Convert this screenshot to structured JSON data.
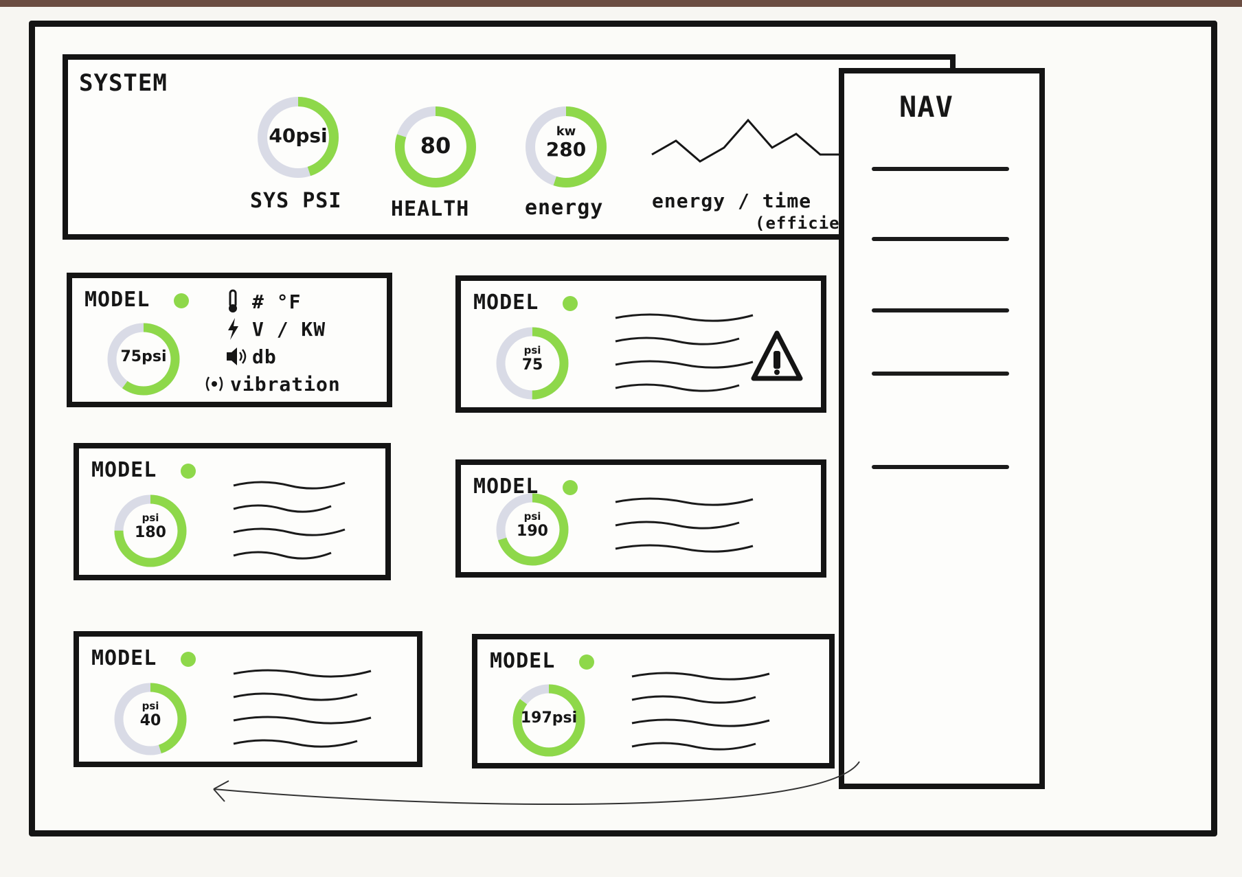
{
  "colors": {
    "ink": "#141414",
    "accent": "#8ed84a",
    "track": "#d9dbe6"
  },
  "system": {
    "title": "SYSTEM",
    "gauges": [
      {
        "value": "40psi",
        "unit": "",
        "label": "SYS PSI",
        "fill": 0.45
      },
      {
        "value": "80",
        "unit": "",
        "label": "HEALTH",
        "fill": 0.8
      },
      {
        "value": "280",
        "unit": "kw",
        "label": "energy",
        "fill": 0.55
      }
    ],
    "sparkline": {
      "label": "energy / time",
      "sublabel": "(efficiency?)",
      "values": [
        4,
        6,
        3,
        5,
        9,
        5,
        7,
        4,
        4
      ]
    }
  },
  "nav": {
    "title": "NAV",
    "items": [
      "",
      "",
      "",
      "",
      ""
    ]
  },
  "models": [
    {
      "title": "MODEL",
      "value": "75psi",
      "unit": "",
      "fill": 0.6,
      "metrics": [
        {
          "icon": "thermometer-icon",
          "text": "# °F"
        },
        {
          "icon": "lightning-icon",
          "text": "V / KW"
        },
        {
          "icon": "speaker-icon",
          "text": "db"
        },
        {
          "icon": "vibration-icon",
          "text": "vibration"
        }
      ],
      "warning": false
    },
    {
      "title": "MODEL",
      "value": "75",
      "unit": "psi",
      "fill": 0.5,
      "metrics": [],
      "warning": true
    },
    {
      "title": "MODEL",
      "value": "180",
      "unit": "psi",
      "fill": 0.75,
      "metrics": [],
      "warning": false
    },
    {
      "title": "MODEL",
      "value": "190",
      "unit": "psi",
      "fill": 0.7,
      "metrics": [],
      "warning": false
    },
    {
      "title": "MODEL",
      "value": "40",
      "unit": "psi",
      "fill": 0.45,
      "metrics": [],
      "warning": false
    },
    {
      "title": "MODEL",
      "value": "197psi",
      "unit": "",
      "fill": 0.85,
      "metrics": [],
      "warning": false
    }
  ]
}
